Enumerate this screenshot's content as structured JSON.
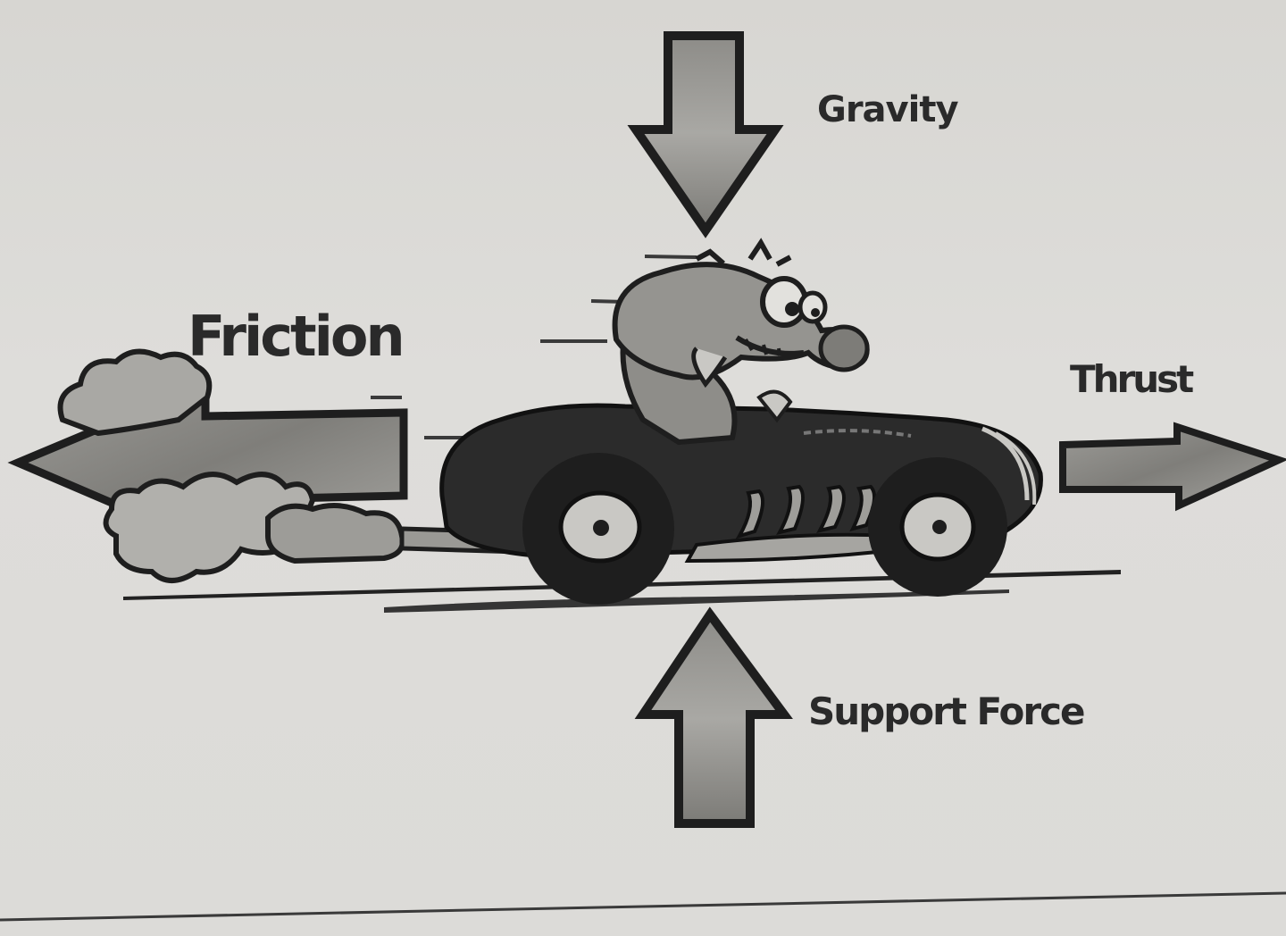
{
  "diagram": {
    "labels": {
      "friction": "Friction",
      "gravity": "Gravity",
      "thrust": "Thrust",
      "support": "Support Force"
    },
    "colors": {
      "paper": "#dcdbd8",
      "ink": "#222222",
      "arrow_fill": "#8f8e8b",
      "car_body": "#2b2b2b",
      "wheel_hub": "#cfcecb"
    },
    "icons": [
      "race-car-icon",
      "cartoon-driver-icon",
      "dust-cloud-icon"
    ]
  }
}
